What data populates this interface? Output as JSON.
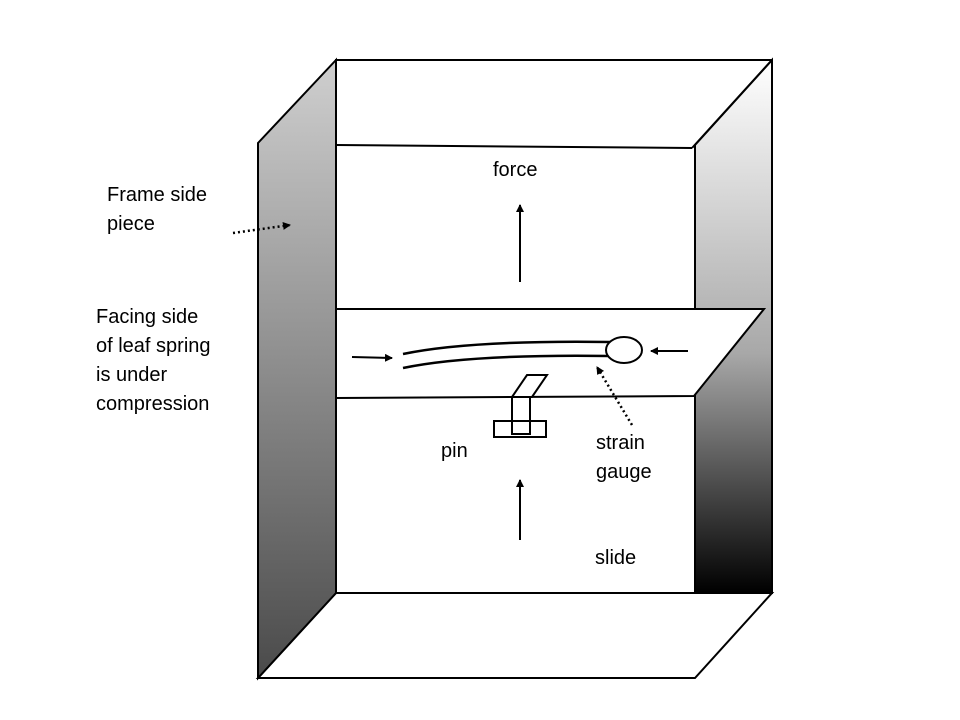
{
  "labels": {
    "frame_side_piece": "Frame side\npiece",
    "leaf_spring_note": "Facing side\nof leaf spring\nis under\ncompression",
    "force": "force",
    "pin": "pin",
    "strain_gauge": "strain\ngauge",
    "slide": "slide"
  },
  "colors": {
    "line": "#000000",
    "background": "#ffffff",
    "gradient_light": "#d0d0d0",
    "gradient_dark": "#000000"
  }
}
